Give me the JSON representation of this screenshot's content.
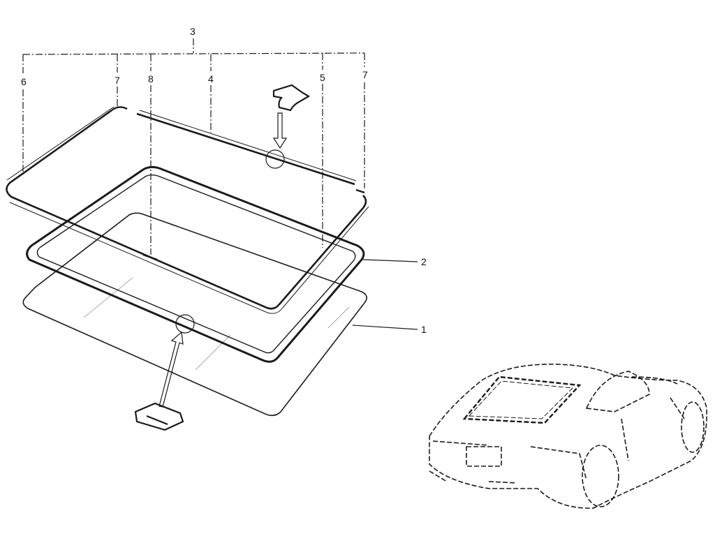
{
  "diagram": {
    "callouts": {
      "part_1": "1",
      "part_2": "2",
      "part_3": "3",
      "part_4": "4",
      "part_5": "5",
      "part_6": "6",
      "part_7_left": "7",
      "part_7_right": "7",
      "part_8": "8"
    },
    "line_color": "#1a1a1a"
  }
}
